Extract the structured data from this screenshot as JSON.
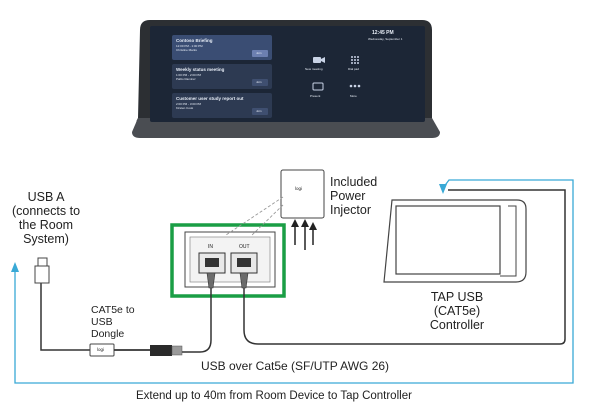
{
  "tap_device": {
    "clock": "12:45 PM",
    "date": "Wednesday, September 1",
    "meetings": [
      {
        "title": "Contoso Briefing",
        "time": "12:00 PM - 1:00 PM",
        "organizer": "Christine Marks",
        "action": "Join"
      },
      {
        "title": "Weekly status meeting",
        "time": "1:00 PM - 2:00 PM",
        "organizer": "Pablo Ramirez",
        "action": "Join"
      },
      {
        "title": "Customer user study report out",
        "time": "2:00 PM - 3:00 PM",
        "organizer": "Kirsten Cook",
        "action": "Join"
      }
    ],
    "actions": [
      {
        "label": "New meeting",
        "icon": "video-camera-icon"
      },
      {
        "label": "Dial pad",
        "icon": "dialpad-icon"
      },
      {
        "label": "Present",
        "icon": "present-screen-icon"
      },
      {
        "label": "More",
        "icon": "more-dots-icon"
      }
    ]
  },
  "labels": {
    "usb_a": [
      "USB A",
      "(connects to",
      "the Room",
      "System)"
    ],
    "power_injector": [
      "Included",
      "Power",
      "Injector"
    ],
    "dongle": [
      "CAT5e to",
      "USB",
      "Dongle"
    ],
    "controller": [
      "TAP USB",
      "(CAT5e)",
      "Controller"
    ],
    "port_in": "IN",
    "port_out": "OUT",
    "cable": "USB over Cat5e (SF/UTP AWG 26)",
    "extend": "Extend up to 40m from Room Device to Tap Controller",
    "injector_logo": "logi",
    "dongle_logo": "logi"
  },
  "colors": {
    "highlight": "#1a9e45",
    "arrow": "#39a9d6",
    "device_body": "#2f3236",
    "screen": "#1c2636",
    "cable": "#333333"
  }
}
